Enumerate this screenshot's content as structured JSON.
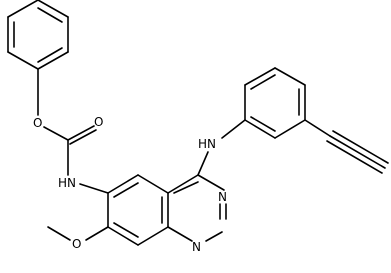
{
  "structure": {
    "atom_labels": [
      {
        "id": "ester-oxygen",
        "text": "O"
      },
      {
        "id": "carbonyl-oxygen",
        "text": "O"
      },
      {
        "id": "carbamate-nh",
        "text": "HN"
      },
      {
        "id": "anilino-nh",
        "text": "HN"
      },
      {
        "id": "ring-nitrogen-3",
        "text": "N"
      },
      {
        "id": "ring-nitrogen-1",
        "text": "N"
      },
      {
        "id": "methoxy-oxygen",
        "text": "O"
      }
    ]
  }
}
